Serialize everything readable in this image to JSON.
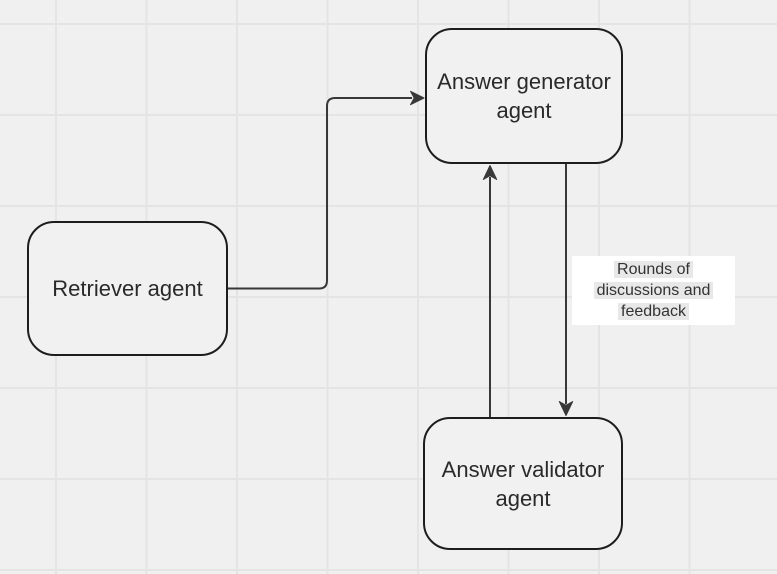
{
  "canvas": {
    "background_color": "#f1f0f0",
    "grid_color": "#e5e4e4"
  },
  "style": {
    "node_fill": "#f2f1f1",
    "node_border_color": "#1d1d1d",
    "node_text_color": "#2a2a2a",
    "arrow_color": "#383838",
    "edge_label_background": "#ffffff",
    "edge_label_highlight": "#e9e8e8",
    "edge_label_text_color": "#333333"
  },
  "nodes": {
    "retriever": {
      "lines": [
        "Retriever agent"
      ]
    },
    "generator": {
      "lines": [
        "Answer generator",
        "agent"
      ]
    },
    "validator": {
      "lines": [
        "Answer validator",
        "agent"
      ]
    }
  },
  "edges": {
    "retriever_to_generator": {
      "from": "Retriever agent",
      "to": "Answer generator agent"
    },
    "validator_to_generator": {
      "from": "Answer validator agent",
      "to": "Answer generator agent"
    },
    "generator_to_validator": {
      "from": "Answer generator agent",
      "to": "Answer validator agent",
      "label": "Rounds of discussions and feedback"
    }
  },
  "edge_label": {
    "lines": [
      "Rounds of",
      "discussions and",
      "feedback"
    ]
  }
}
